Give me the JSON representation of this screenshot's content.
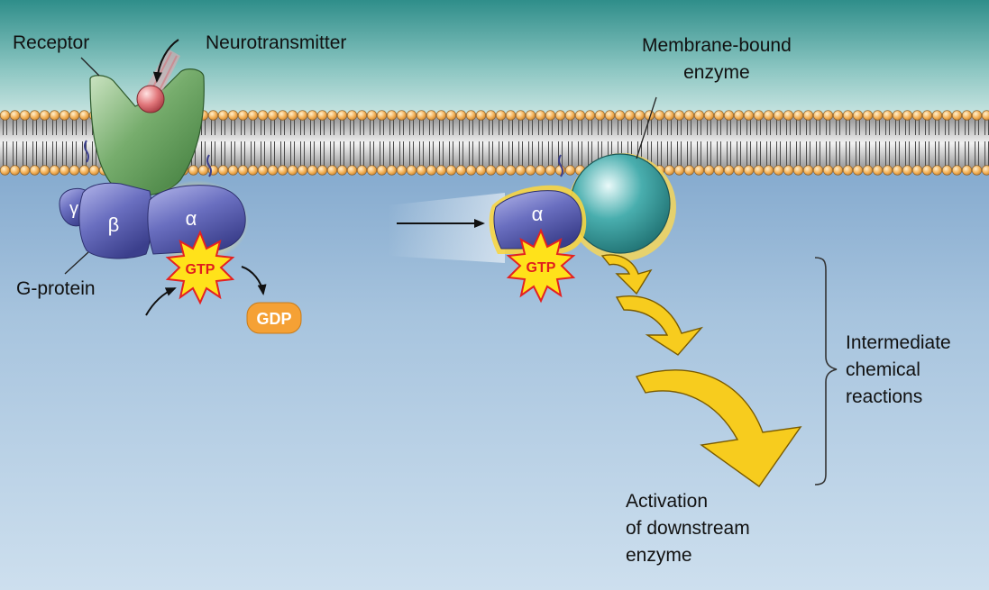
{
  "labels": {
    "receptor": "Receptor",
    "neurotransmitter": "Neurotransmitter",
    "membrane_bound_enzyme": [
      "Membrane-bound",
      "enzyme"
    ],
    "g_protein": "G-protein",
    "intermediate_reactions": [
      "Intermediate",
      "chemical",
      "reactions"
    ],
    "activation": [
      "Activation",
      "of downstream",
      "enzyme"
    ]
  },
  "subunits": {
    "gamma": "γ",
    "beta": "β",
    "alpha": "α",
    "alpha_moved": "α"
  },
  "molecules": {
    "gtp_left": "GTP",
    "gdp": "GDP",
    "gtp_right": "GTP"
  },
  "colors": {
    "extracellular": "#3f9c98",
    "cytoplasm": "#a9c6df",
    "lipid_head": "#f3b25a",
    "receptor": "#5f9a57",
    "g_protein": "#6a6fc0",
    "enzyme": "#49aeae",
    "arrow_yellow": "#f7cc1e",
    "gtp_star": "#ffe21a",
    "gdp_badge": "#f5a135"
  }
}
